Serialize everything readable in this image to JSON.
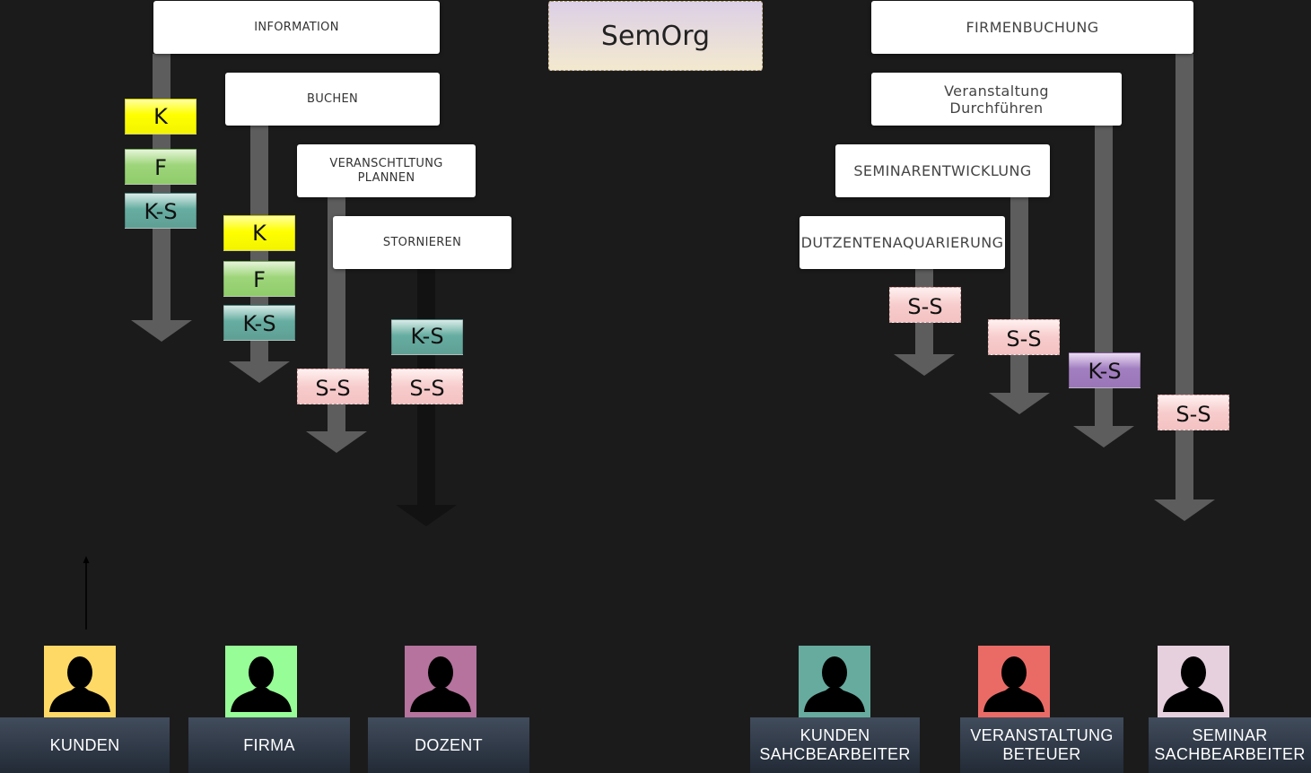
{
  "title": "SemOrg",
  "use_cases_left": {
    "information": "INFORMATION",
    "buchen": "BUCHEN",
    "planen": "VERANSCHTLTUNG\nPLANNEN",
    "stornieren": "STORNIEREN"
  },
  "use_cases_right": {
    "firmenbuchung": "FIRMENBUCHUNG",
    "durchfuehren": "Veranstaltung\nDurchführen",
    "entwicklung": "SEMINARENTWICKLUNG",
    "dozenten": "DUTZENTENAQUARIERUNG"
  },
  "tags": {
    "k": "K",
    "f": "F",
    "ks": "K-S",
    "ss": "S-S"
  },
  "actors": {
    "kunden": {
      "label": "KUNDEN",
      "color": "#fed966"
    },
    "firma": {
      "label": "FIRMA",
      "color": "#97fe97"
    },
    "dozent": {
      "label": "DOZENT",
      "color": "#b5739d"
    },
    "kunden_sb": {
      "label": "KUNDEN\nSAHCBEARBEITER",
      "color": "#67ab9f"
    },
    "veranstaltung": {
      "label": "VERANSTALTUNG\nBETEUER",
      "color": "#ea6b66"
    },
    "seminar_sb": {
      "label": "SEMINAR\nSACHBEARBEITER",
      "color": "#e6d0de"
    }
  },
  "icons": {
    "actor": "person-silhouette-icon",
    "arrow": "down-arrow-icon"
  }
}
